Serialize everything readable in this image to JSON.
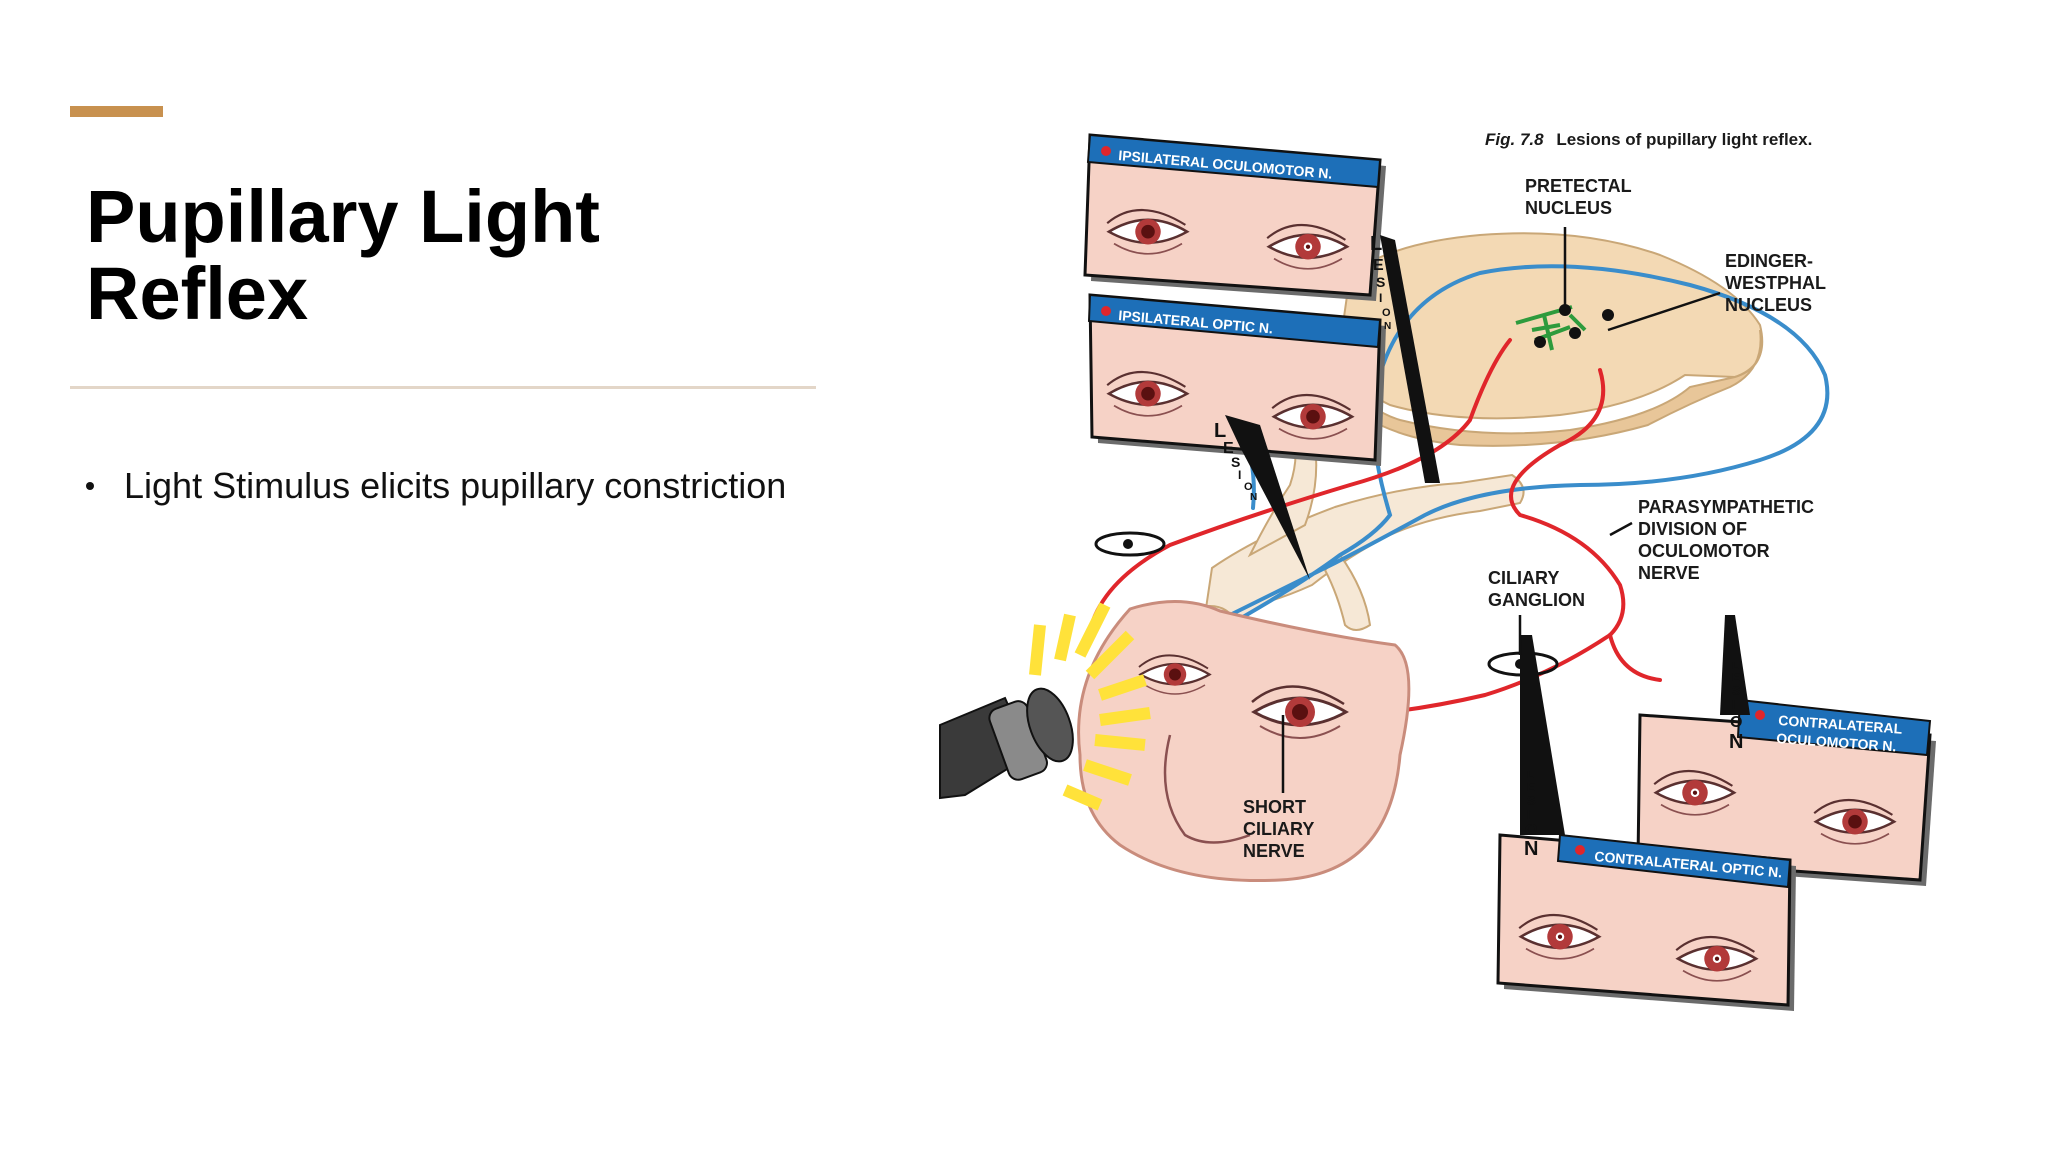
{
  "slide": {
    "title_line1": "Pupillary Light",
    "title_line2": "Reflex",
    "bullets": [
      "Light Stimulus elicits pupillary constriction"
    ],
    "colors": {
      "accent": "#C8914F",
      "divider": "#E3D6C8",
      "title": "#000000"
    }
  },
  "figure": {
    "caption_num": "Fig. 7.8",
    "caption_text": "Lesions of pupillary light reflex.",
    "labels": {
      "pretectal": [
        "PRETECTAL",
        "NUCLEUS"
      ],
      "edinger": [
        "EDINGER-",
        "WESTPHAL",
        "NUCLEUS"
      ],
      "parasympathetic": [
        "PARASYMPATHETIC",
        "DIVISION OF",
        "OCULOMOTOR",
        "NERVE"
      ],
      "ciliary_ganglion": [
        "CILIARY",
        "GANGLION"
      ],
      "short_ciliary": [
        "SHORT",
        "CILIARY",
        "NERVE"
      ]
    },
    "lesion_letters": [
      "L",
      "E",
      "S",
      "I",
      "O",
      "N"
    ],
    "boxes": {
      "ipsi_oculomotor": "IPSILATERAL OCULOMOTOR N.",
      "ipsi_optic": "IPSILATERAL OPTIC N.",
      "contra_oculomotor": [
        "CONTRALATERAL",
        "OCULOMOTOR N."
      ],
      "contra_optic": "CONTRALATERAL OPTIC N."
    },
    "colors": {
      "nerve_red": "#E0262B",
      "nerve_blue": "#3A8DCB",
      "skin": "#F6D2C6",
      "brain": "#F3D9B4",
      "box_blue": "#1D6FB8",
      "iris": "#B23A3A",
      "ray": "#FFE23A",
      "edinger_green": "#2E9B3D"
    }
  }
}
